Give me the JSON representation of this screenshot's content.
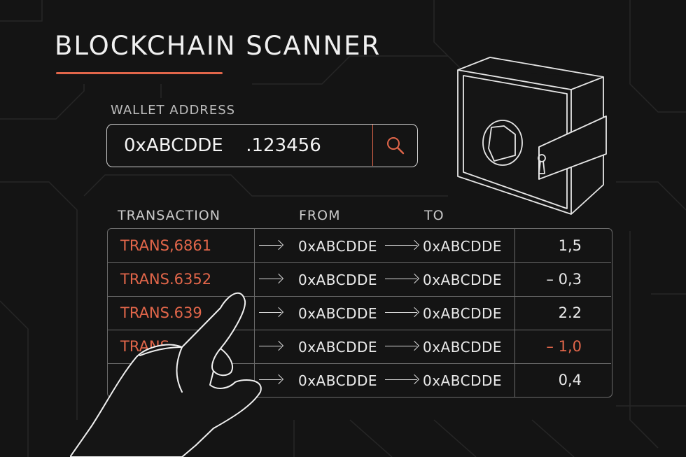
{
  "app": {
    "title": "BLOCKCHAIN SCANNER",
    "accent_color": "#e2664a"
  },
  "search": {
    "label": "WALLET ADDRESS",
    "value": "0xABCDDE  .123456",
    "button_icon": "search-icon"
  },
  "table": {
    "columns": [
      "TRANSACTION",
      "FROM",
      "TO"
    ],
    "rows": [
      {
        "tx": "TRANS,6861",
        "from": "0xABCDDE",
        "to": "0xABCDDE",
        "amount": "1,5"
      },
      {
        "tx": "TRANS.6352",
        "from": "0xABCDDE",
        "to": "0xABCDDE",
        "amount": "– 0,3"
      },
      {
        "tx": "TRANS.639",
        "from": "0xABCDDE",
        "to": "0xABCDDE",
        "amount": "2.2"
      },
      {
        "tx": "TRANS",
        "from": "0xABCDDE",
        "to": "0xABCDDE",
        "amount": "– 1,0"
      },
      {
        "tx": "",
        "from": "0xABCDDE",
        "to": "0xABCDDE",
        "amount": "0,4"
      }
    ]
  },
  "illustrations": {
    "wallet": "wallet-icon",
    "hand": "pointing-hand-icon"
  }
}
